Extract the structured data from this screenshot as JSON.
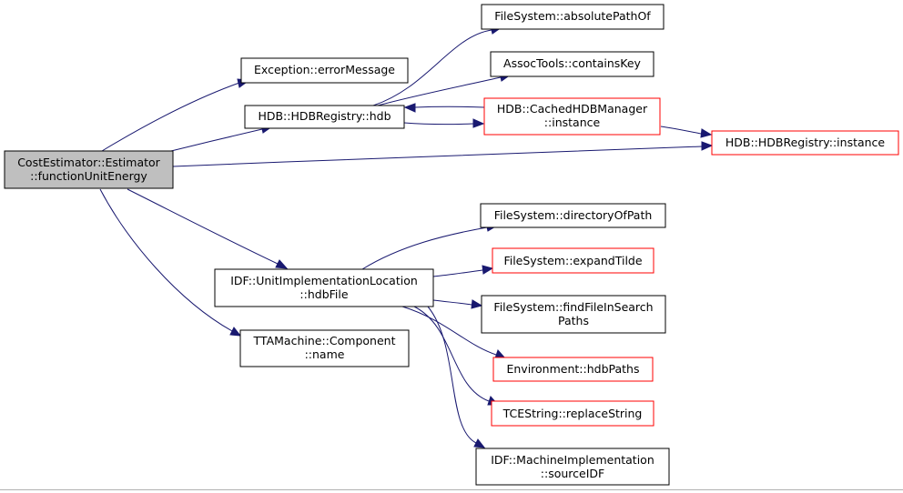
{
  "graph": {
    "root": {
      "lines": [
        "CostEstimator::Estimator",
        "::functionUnitEnergy"
      ],
      "fill": "#bfbfbf",
      "border": "#000000"
    },
    "nodes": {
      "exception": {
        "lines": [
          "Exception::errorMessage"
        ],
        "border": "#000000"
      },
      "hdbregistry_hdb": {
        "lines": [
          "HDB::HDBRegistry::hdb"
        ],
        "border": "#000000"
      },
      "fs_absolute": {
        "lines": [
          "FileSystem::absolutePathOf"
        ],
        "border": "#000000"
      },
      "assoc_contains": {
        "lines": [
          "AssocTools::containsKey"
        ],
        "border": "#000000"
      },
      "cached_instance": {
        "lines": [
          "HDB::CachedHDBManager",
          "::instance"
        ],
        "border": "#ff0000"
      },
      "hdbregistry_instance": {
        "lines": [
          "HDB::HDBRegistry::instance"
        ],
        "border": "#ff0000"
      },
      "fs_directory": {
        "lines": [
          "FileSystem::directoryOfPath"
        ],
        "border": "#000000"
      },
      "idf_hdbfile": {
        "lines": [
          "IDF::UnitImplementationLocation",
          "::hdbFile"
        ],
        "border": "#000000"
      },
      "fs_expand": {
        "lines": [
          "FileSystem::expandTilde"
        ],
        "border": "#ff0000"
      },
      "fs_find": {
        "lines": [
          "FileSystem::findFileInSearch",
          "Paths"
        ],
        "border": "#000000"
      },
      "tta_name": {
        "lines": [
          "TTAMachine::Component",
          "::name"
        ],
        "border": "#000000"
      },
      "env_hdbpaths": {
        "lines": [
          "Environment::hdbPaths"
        ],
        "border": "#ff0000"
      },
      "tce_replace": {
        "lines": [
          "TCEString::replaceString"
        ],
        "border": "#ff0000"
      },
      "idf_source": {
        "lines": [
          "IDF::MachineImplementation",
          "::sourceIDF"
        ],
        "border": "#000000"
      }
    },
    "edge_color": "#191970"
  }
}
